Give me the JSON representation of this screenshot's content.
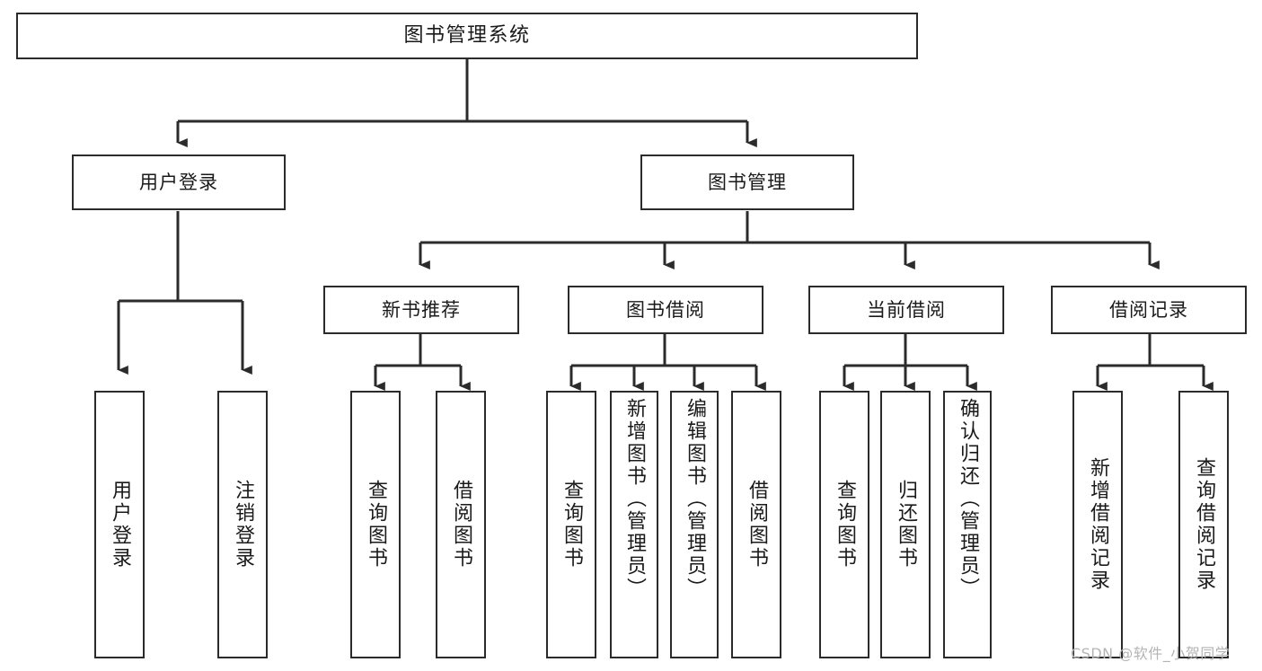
{
  "diagram": {
    "title": "图书管理系统",
    "type": "tree",
    "background_color": "#ffffff",
    "line_color": "#2b2b2b",
    "box_fill": "#ffffff",
    "text_color": "#1a1a1a"
  },
  "nodes": {
    "root": {
      "label": "图书管理系统"
    },
    "level2": [
      {
        "label": "用户登录"
      },
      {
        "label": "图书管理"
      }
    ],
    "level3": [
      {
        "label": "新书推荐"
      },
      {
        "label": "图书借阅"
      },
      {
        "label": "当前借阅"
      },
      {
        "label": "借阅记录"
      }
    ],
    "leaves": {
      "user_login": [
        {
          "label": "用户登录"
        },
        {
          "label": "注销登录"
        }
      ],
      "new_book": [
        {
          "label": "查询图书"
        },
        {
          "label": "借阅图书"
        }
      ],
      "borrow": [
        {
          "label": "查询图书"
        },
        {
          "label": "新增图书（管理员）"
        },
        {
          "label": "编辑图书（管理员）"
        },
        {
          "label": "借阅图书"
        }
      ],
      "current": [
        {
          "label": "查询图书"
        },
        {
          "label": "归还图书"
        },
        {
          "label": "确认归还（管理员）"
        }
      ],
      "records": [
        {
          "label": "新增借阅记录"
        },
        {
          "label": "查询借阅记录"
        }
      ]
    }
  },
  "watermark": {
    "text": "CSDN @软件_小贺同学"
  }
}
